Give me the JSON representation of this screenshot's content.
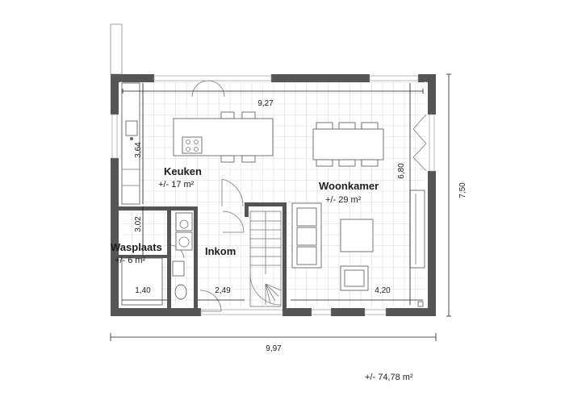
{
  "rooms": {
    "keuken": {
      "name": "Keuken",
      "area": "+/- 17 m²"
    },
    "woonkamer": {
      "name": "Woonkamer",
      "area": "+/- 29 m²"
    },
    "wasplaats": {
      "name": "Wasplaats",
      "area": "+/- 6 m²"
    },
    "inkom": {
      "name": "Inkom"
    }
  },
  "dimensions": {
    "width_inner": "9,27",
    "kitchen_depth": "3,64",
    "wasplaats_depth": "3,02",
    "living_depth": "6,80",
    "total_depth": "7,50",
    "wasplaats_width": "1,40",
    "inkom_width": "2,49",
    "living_width": "4,20",
    "total_width": "9,97"
  },
  "total_area": "+/- 74,78 m²"
}
